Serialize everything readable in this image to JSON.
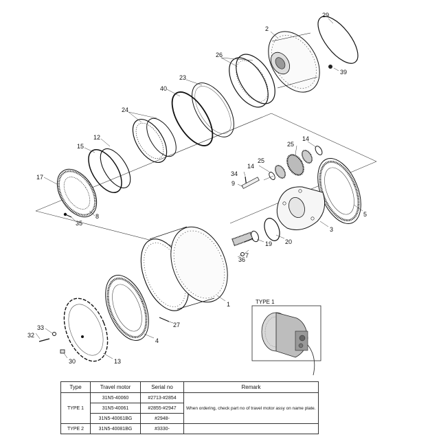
{
  "callouts": {
    "c29": "29",
    "c2": "2",
    "c39": "39",
    "c26": "26",
    "c23": "23",
    "c40": "40",
    "c24": "24",
    "c12": "12",
    "c15": "15",
    "c17": "17",
    "c8": "8",
    "c35": "35",
    "c14a": "14",
    "c25a": "25",
    "c34": "34",
    "c25b": "25",
    "c14b": "14",
    "c9": "9",
    "c5": "5",
    "c3": "3",
    "c19": "19",
    "c20": "20",
    "c7": "7",
    "c36": "36",
    "c1": "1",
    "c27": "27",
    "c4": "4",
    "c13": "13",
    "c33": "33",
    "c32": "32",
    "c30": "30"
  },
  "inset": {
    "title": "TYPE 1"
  },
  "table": {
    "headers": {
      "type": "Type",
      "motor": "Travel motor",
      "serial": "Serial no",
      "remark": "Remark"
    },
    "rows": [
      {
        "type": "",
        "motor": "31N5-40060",
        "serial": "#2713-#2854"
      },
      {
        "type": "TYPE 1",
        "motor": "31N5-40061",
        "serial": "#2855-#2947"
      },
      {
        "type": "",
        "motor": "31N5-40061BG",
        "serial": "#2948-"
      },
      {
        "type": "TYPE 2",
        "motor": "31N5-40081BG",
        "serial": "#3330-"
      }
    ],
    "remark": "When ordering, check part no of travel motor assy on name plate."
  }
}
